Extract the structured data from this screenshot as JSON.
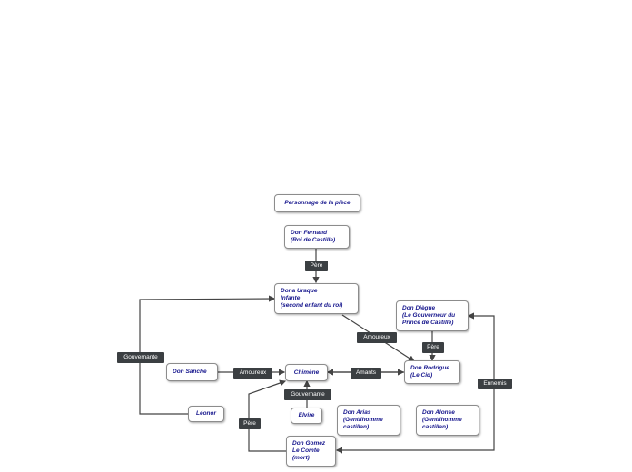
{
  "diagram": {
    "nodes": {
      "title": "Personnage de la pièce",
      "fernand": "Don Fernand\n(Roi de Castille)",
      "uraque": "Dona Uraque\nInfante\n(second enfant du roi)",
      "diegue": "Don Diègue\n(Le Gouverneur du\nPrince de Castille)",
      "sanche": "Don Sanche",
      "chimene": "Chimène",
      "rodrigue": "Don Rodrigue\n(Le Cid)",
      "leonor": "Léonor",
      "elvire": "Elvire",
      "arias": "Don Arias\n(Gentilhomme\ncastillan)",
      "alonse": "Don Alonse\n(Gentilhomme\ncastillan)",
      "gomez": "Don Gomez\nLe Comte\n(mort)"
    },
    "labels": {
      "pere_fernand": "Père",
      "amoureux_uraque": "Amoureux",
      "pere_diegue": "Père",
      "gouvernante_leonor": "Gouvernante",
      "amoureux_sanche": "Amoureux",
      "amants": "Amants",
      "ennemis": "Ennemis",
      "gouvernante_elvire": "Gouvernante",
      "pere_gomez": "Père"
    },
    "colors": {
      "node_text": "#14148c",
      "line": "#444444",
      "tag_bg": "#3b3f42"
    }
  }
}
